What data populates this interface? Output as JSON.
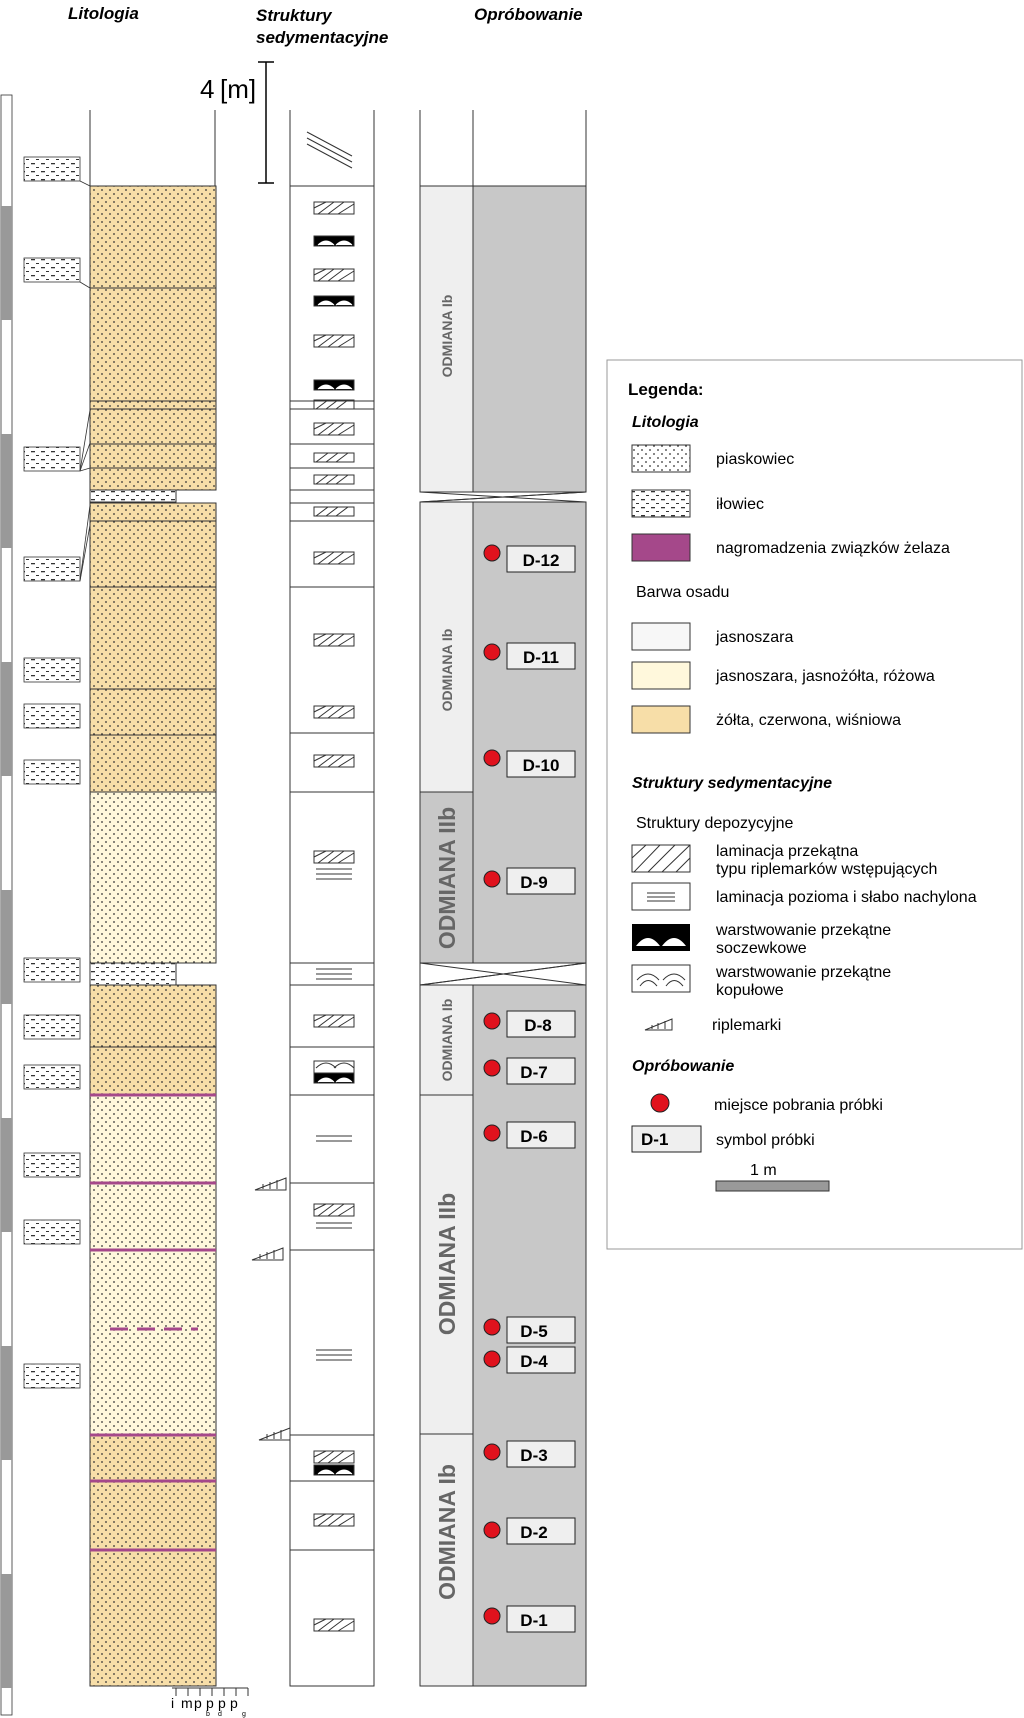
{
  "headers": {
    "litologia": "Litologia",
    "struktury_line1": "Struktury",
    "struktury_line2": "sedymentacyjne",
    "oprobowanie": "Opróbowanie"
  },
  "scale_bar": {
    "value": "4",
    "unit": "[m]"
  },
  "grain_size_axis": {
    "labels": [
      "i",
      "m",
      "p",
      "p",
      "p",
      "p"
    ],
    "sub_labels": [
      "b",
      "d",
      "g"
    ]
  },
  "variants": [
    {
      "label": "ODMIANA Ib",
      "size": "small"
    },
    {
      "label": "ODMIANA Ib",
      "size": "small"
    },
    {
      "label": "ODMIANA IIb",
      "size": "large"
    },
    {
      "label": "ODMIANA Ib",
      "size": "small"
    },
    {
      "label": "ODMIANA IIb",
      "size": "large"
    },
    {
      "label": "ODMIANA Ib",
      "size": "large"
    }
  ],
  "samples": [
    "D-12",
    "D-11",
    "D-10",
    "D-9",
    "D-8",
    "D-7",
    "D-6",
    "D-5",
    "D-4",
    "D-3",
    "D-2",
    "D-1"
  ],
  "colors": {
    "sand_yellow": "#f7dea8",
    "sand_light": "#fff8dc",
    "light_grey": "#efefef",
    "sample_column": "#c8c8c8",
    "iron": "#a5488a",
    "sample_dot": "#e0121d"
  },
  "legend": {
    "title": "Legenda:",
    "litologia_title": "Litologia",
    "piaskowiec": "piaskowiec",
    "ilowiec": "iłowiec",
    "iron": "nagromadzenia związków żelaza",
    "barwa_title": "Barwa osadu",
    "color1": "jasnoszara",
    "color2": "jasnoszara, jasnożółta, różowa",
    "color3": "żółta, czerwona, wiśniowa",
    "struktury_title": "Struktury sedymentacyjne",
    "depozycyjne": "Struktury depozycyjne",
    "lam_cross_1": "laminacja przekątna",
    "lam_cross_2": "typu riplemarków wstępujących",
    "lam_horiz": "laminacja pozioma i słabo nachylona",
    "lenticular_1": "warstwowanie przekątne",
    "lenticular_2": "soczewkowe",
    "hummocky_1": "warstwowanie przekątne",
    "hummocky_2": "kopułowe",
    "ripples": "riplemarki",
    "oprob_title": "Opróbowanie",
    "sample_place": "miejsce pobrania próbki",
    "sample_symbol_example": "D-1",
    "sample_symbol": "symbol próbki",
    "scale_label": "1 m"
  }
}
